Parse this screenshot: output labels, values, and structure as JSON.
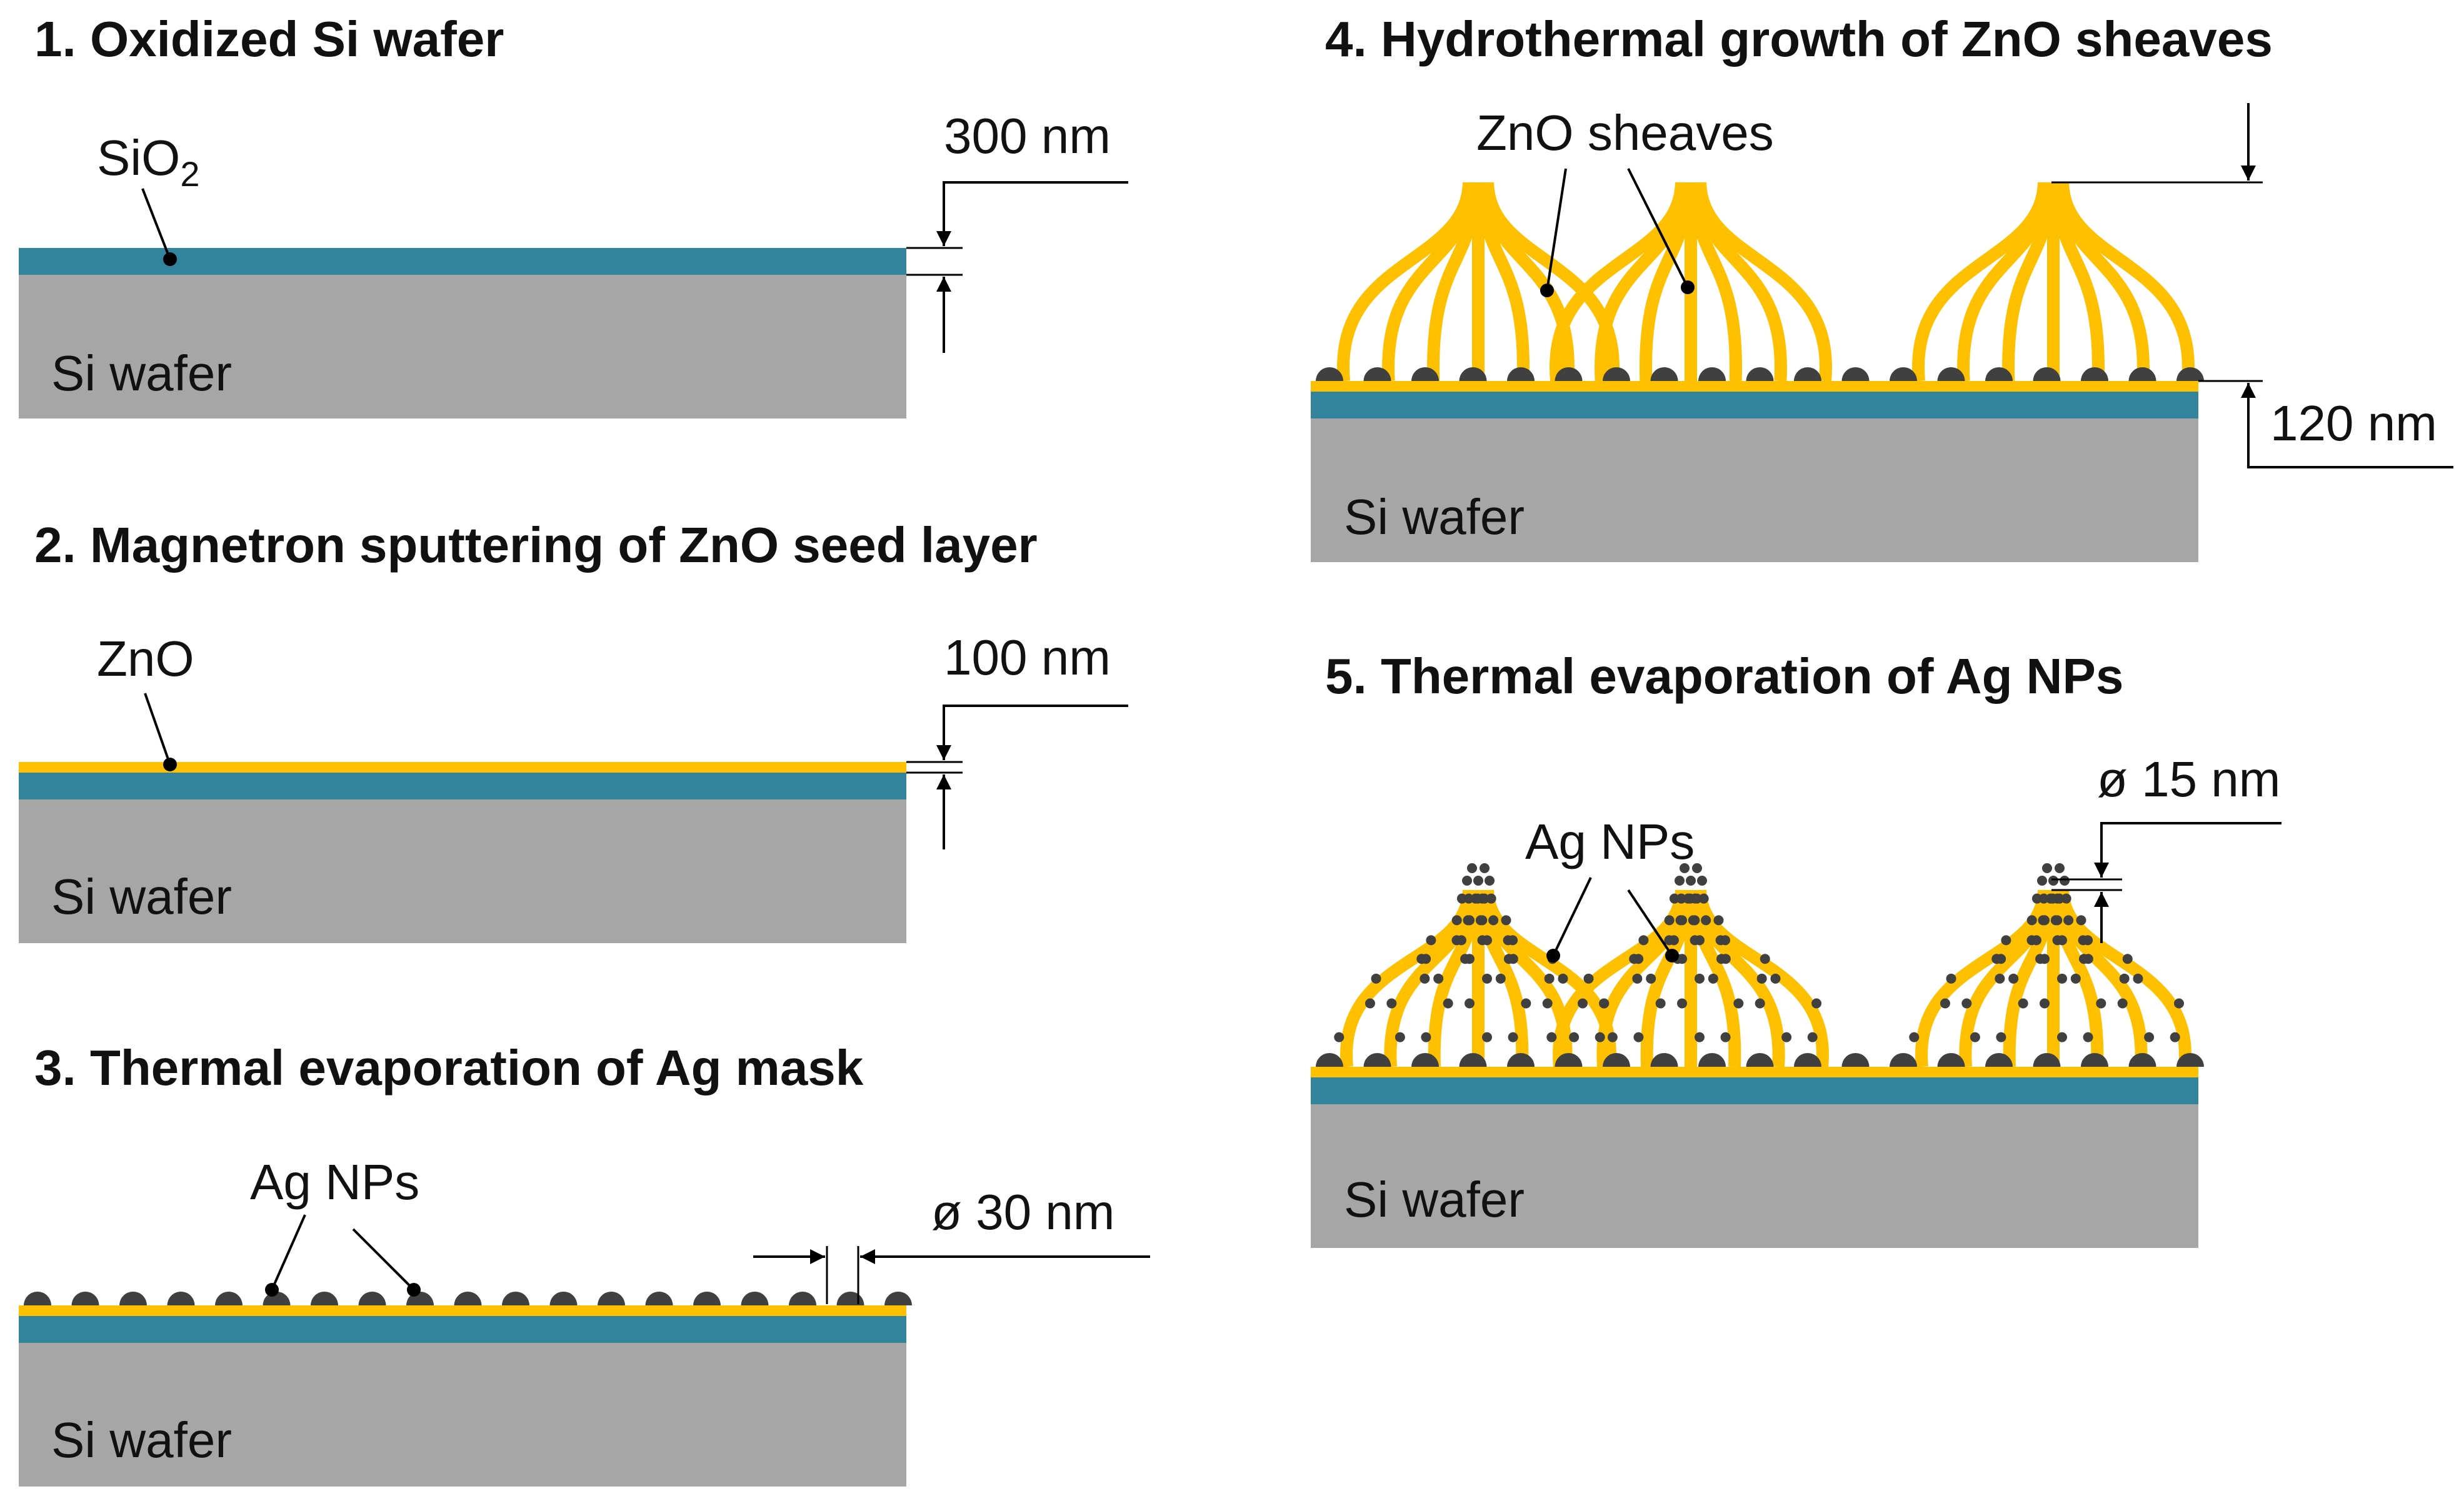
{
  "colors": {
    "si": "#a6a6a6",
    "sio2": "#31849b",
    "zno": "#ffc000",
    "ag": "#404040",
    "line": "#000000"
  },
  "panel1": {
    "title": "1. Oxidized Si wafer",
    "layer_label_main": "SiO",
    "layer_label_sub": "2",
    "substrate_label": "Si wafer",
    "dimension": "300 nm"
  },
  "panel2": {
    "title": "2. Magnetron sputtering of ZnO seed layer",
    "layer_label": "ZnO",
    "substrate_label": "Si wafer",
    "dimension": "100 nm"
  },
  "panel3": {
    "title": "3. Thermal evaporation of Ag mask",
    "particle_label": "Ag NPs",
    "substrate_label": "Si wafer",
    "dimension": "ø 30 nm"
  },
  "panel4": {
    "title": "4. Hydrothermal growth of ZnO sheaves",
    "structure_label": "ZnO sheaves",
    "substrate_label": "Si wafer",
    "dimension": "120 nm"
  },
  "panel5": {
    "title": "5. Thermal evaporation of Ag NPs",
    "particle_label": "Ag NPs",
    "substrate_label": "Si wafer",
    "dimension": "ø 15 nm"
  }
}
